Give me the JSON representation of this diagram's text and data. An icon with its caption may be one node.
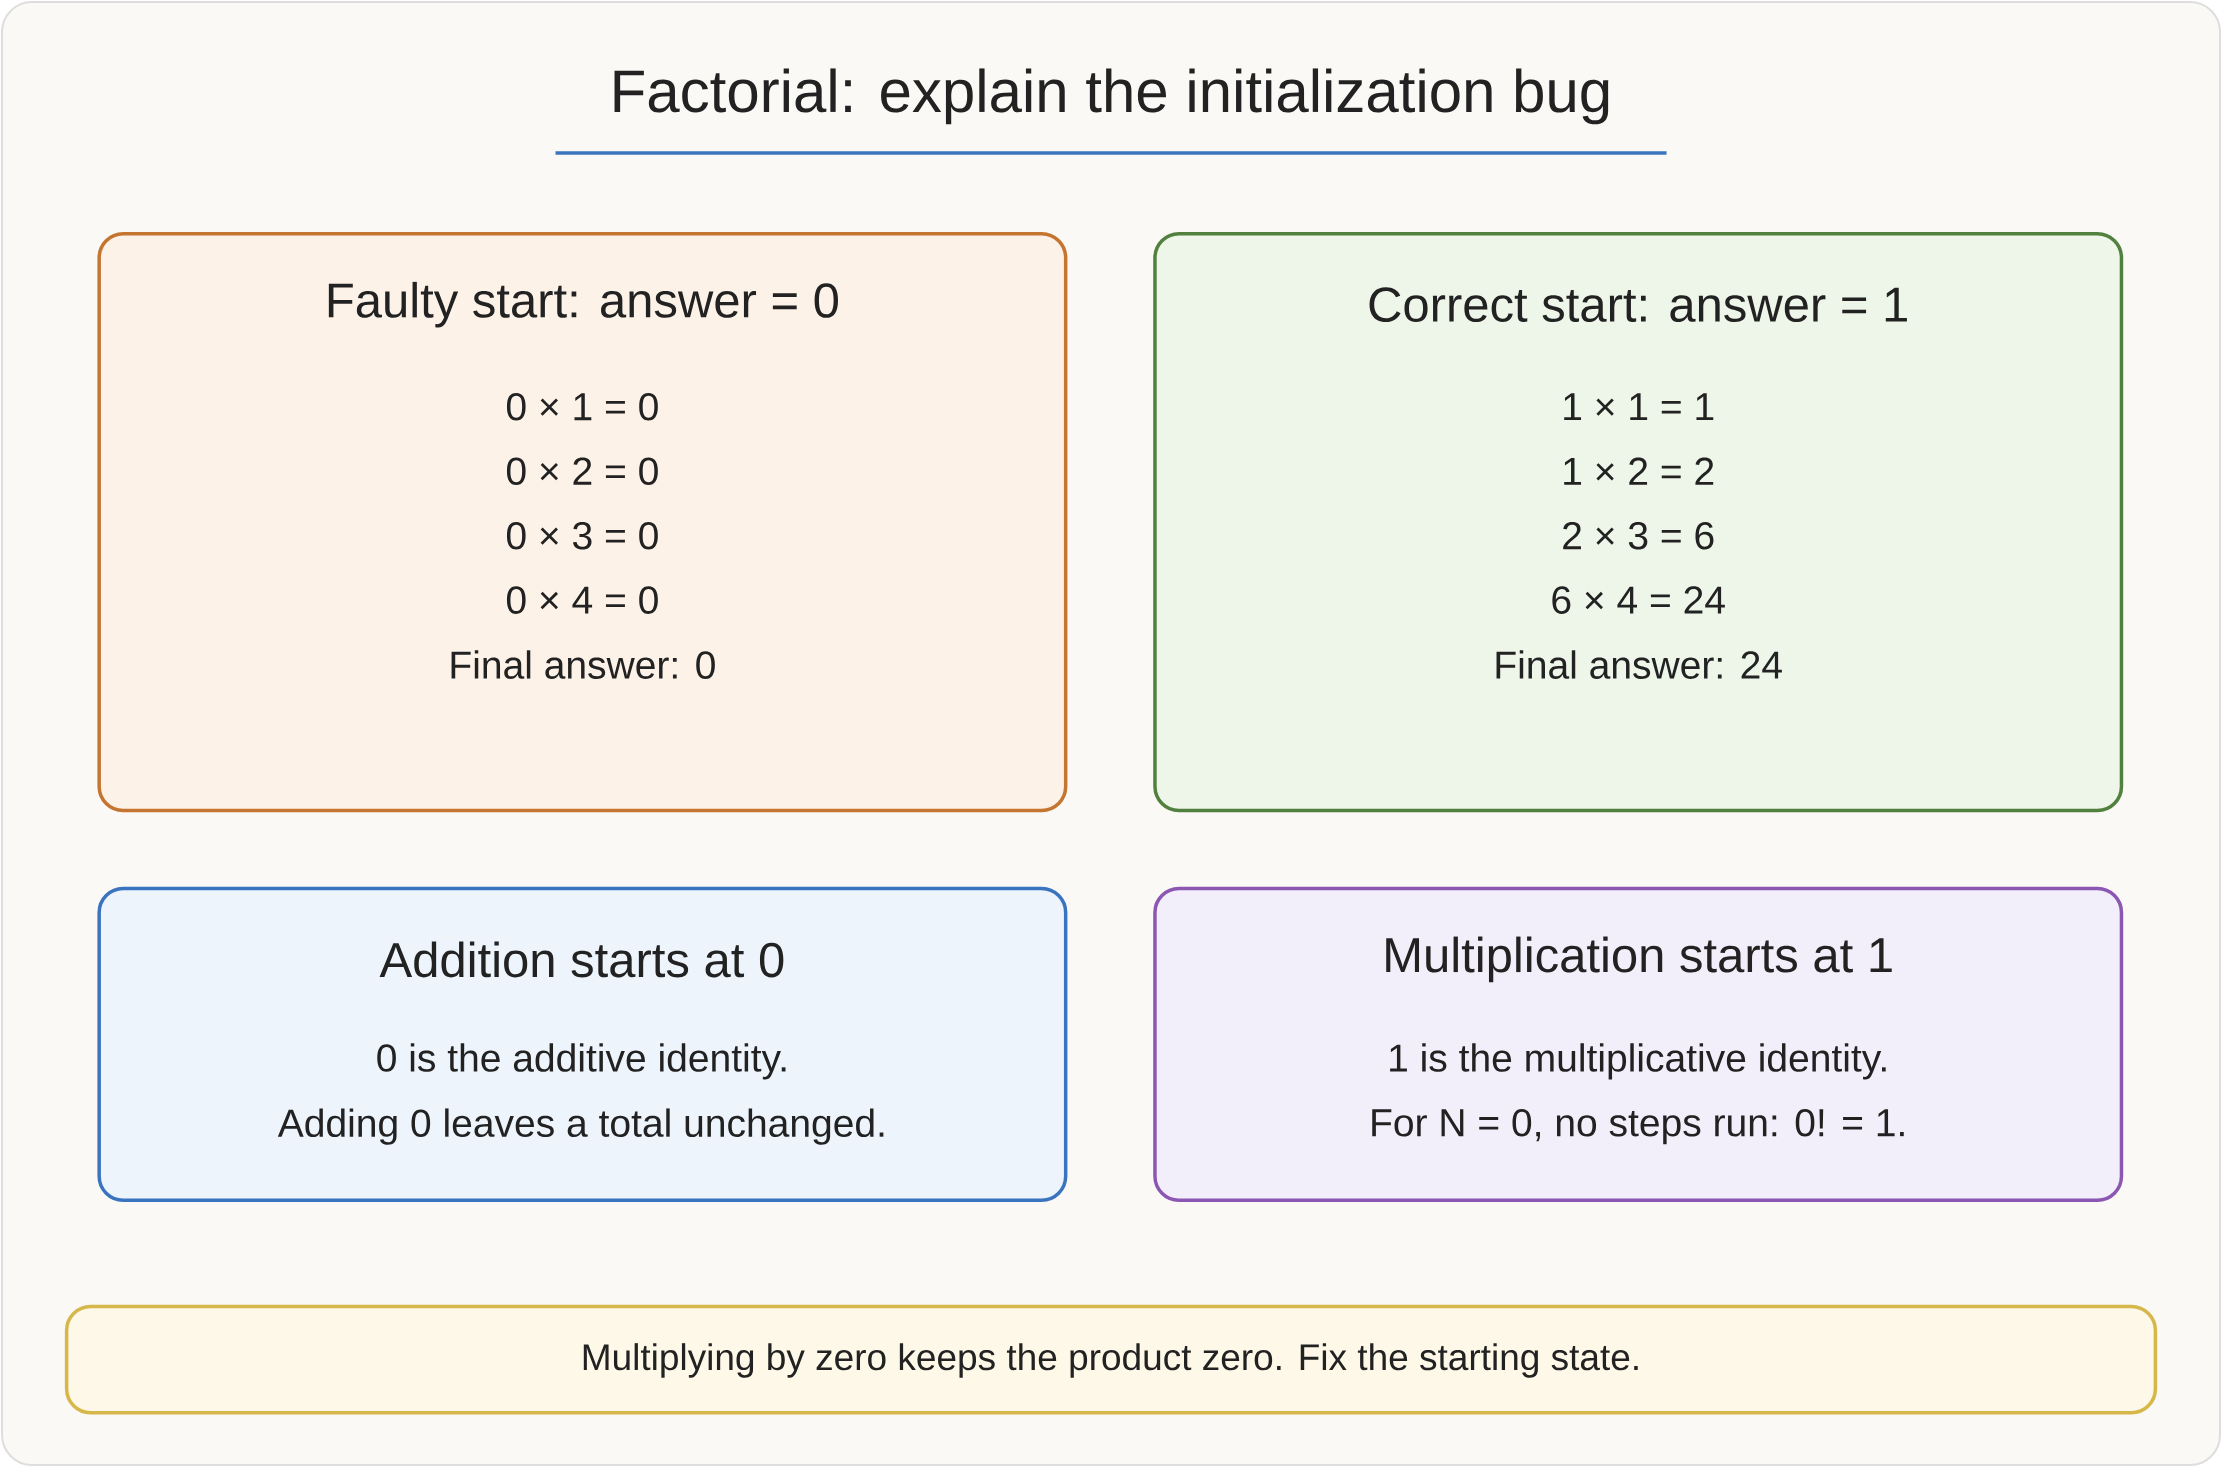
{
  "diagram": {
    "title": "Factorial: explain the initialization bug",
    "nodes": [
      {
        "text": [
          "Faulty start: answer = 0",
          "0 × 1 = 0",
          "0 × 2 = 0",
          "0 × 3 = 0",
          "0 × 4 = 0",
          "Final answer: 0"
        ]
      },
      {
        "text": [
          "Correct start: answer = 1",
          "1 × 1 = 1",
          "1 × 2 = 2",
          "2 × 3 = 6",
          "6 × 4 = 24",
          "Final answer: 24"
        ]
      },
      {
        "text": [
          "Addition starts at 0",
          "0 is the additive identity.",
          "Adding 0 leaves a total unchanged."
        ]
      },
      {
        "text": [
          "Multiplication starts at 1",
          "1 is the multiplicative identity.",
          "For N = 0, no steps run: 0! = 1."
        ]
      },
      {
        "text": [
          "Multiplying by zero keeps the product zero. Fix the starting state."
        ]
      }
    ]
  }
}
